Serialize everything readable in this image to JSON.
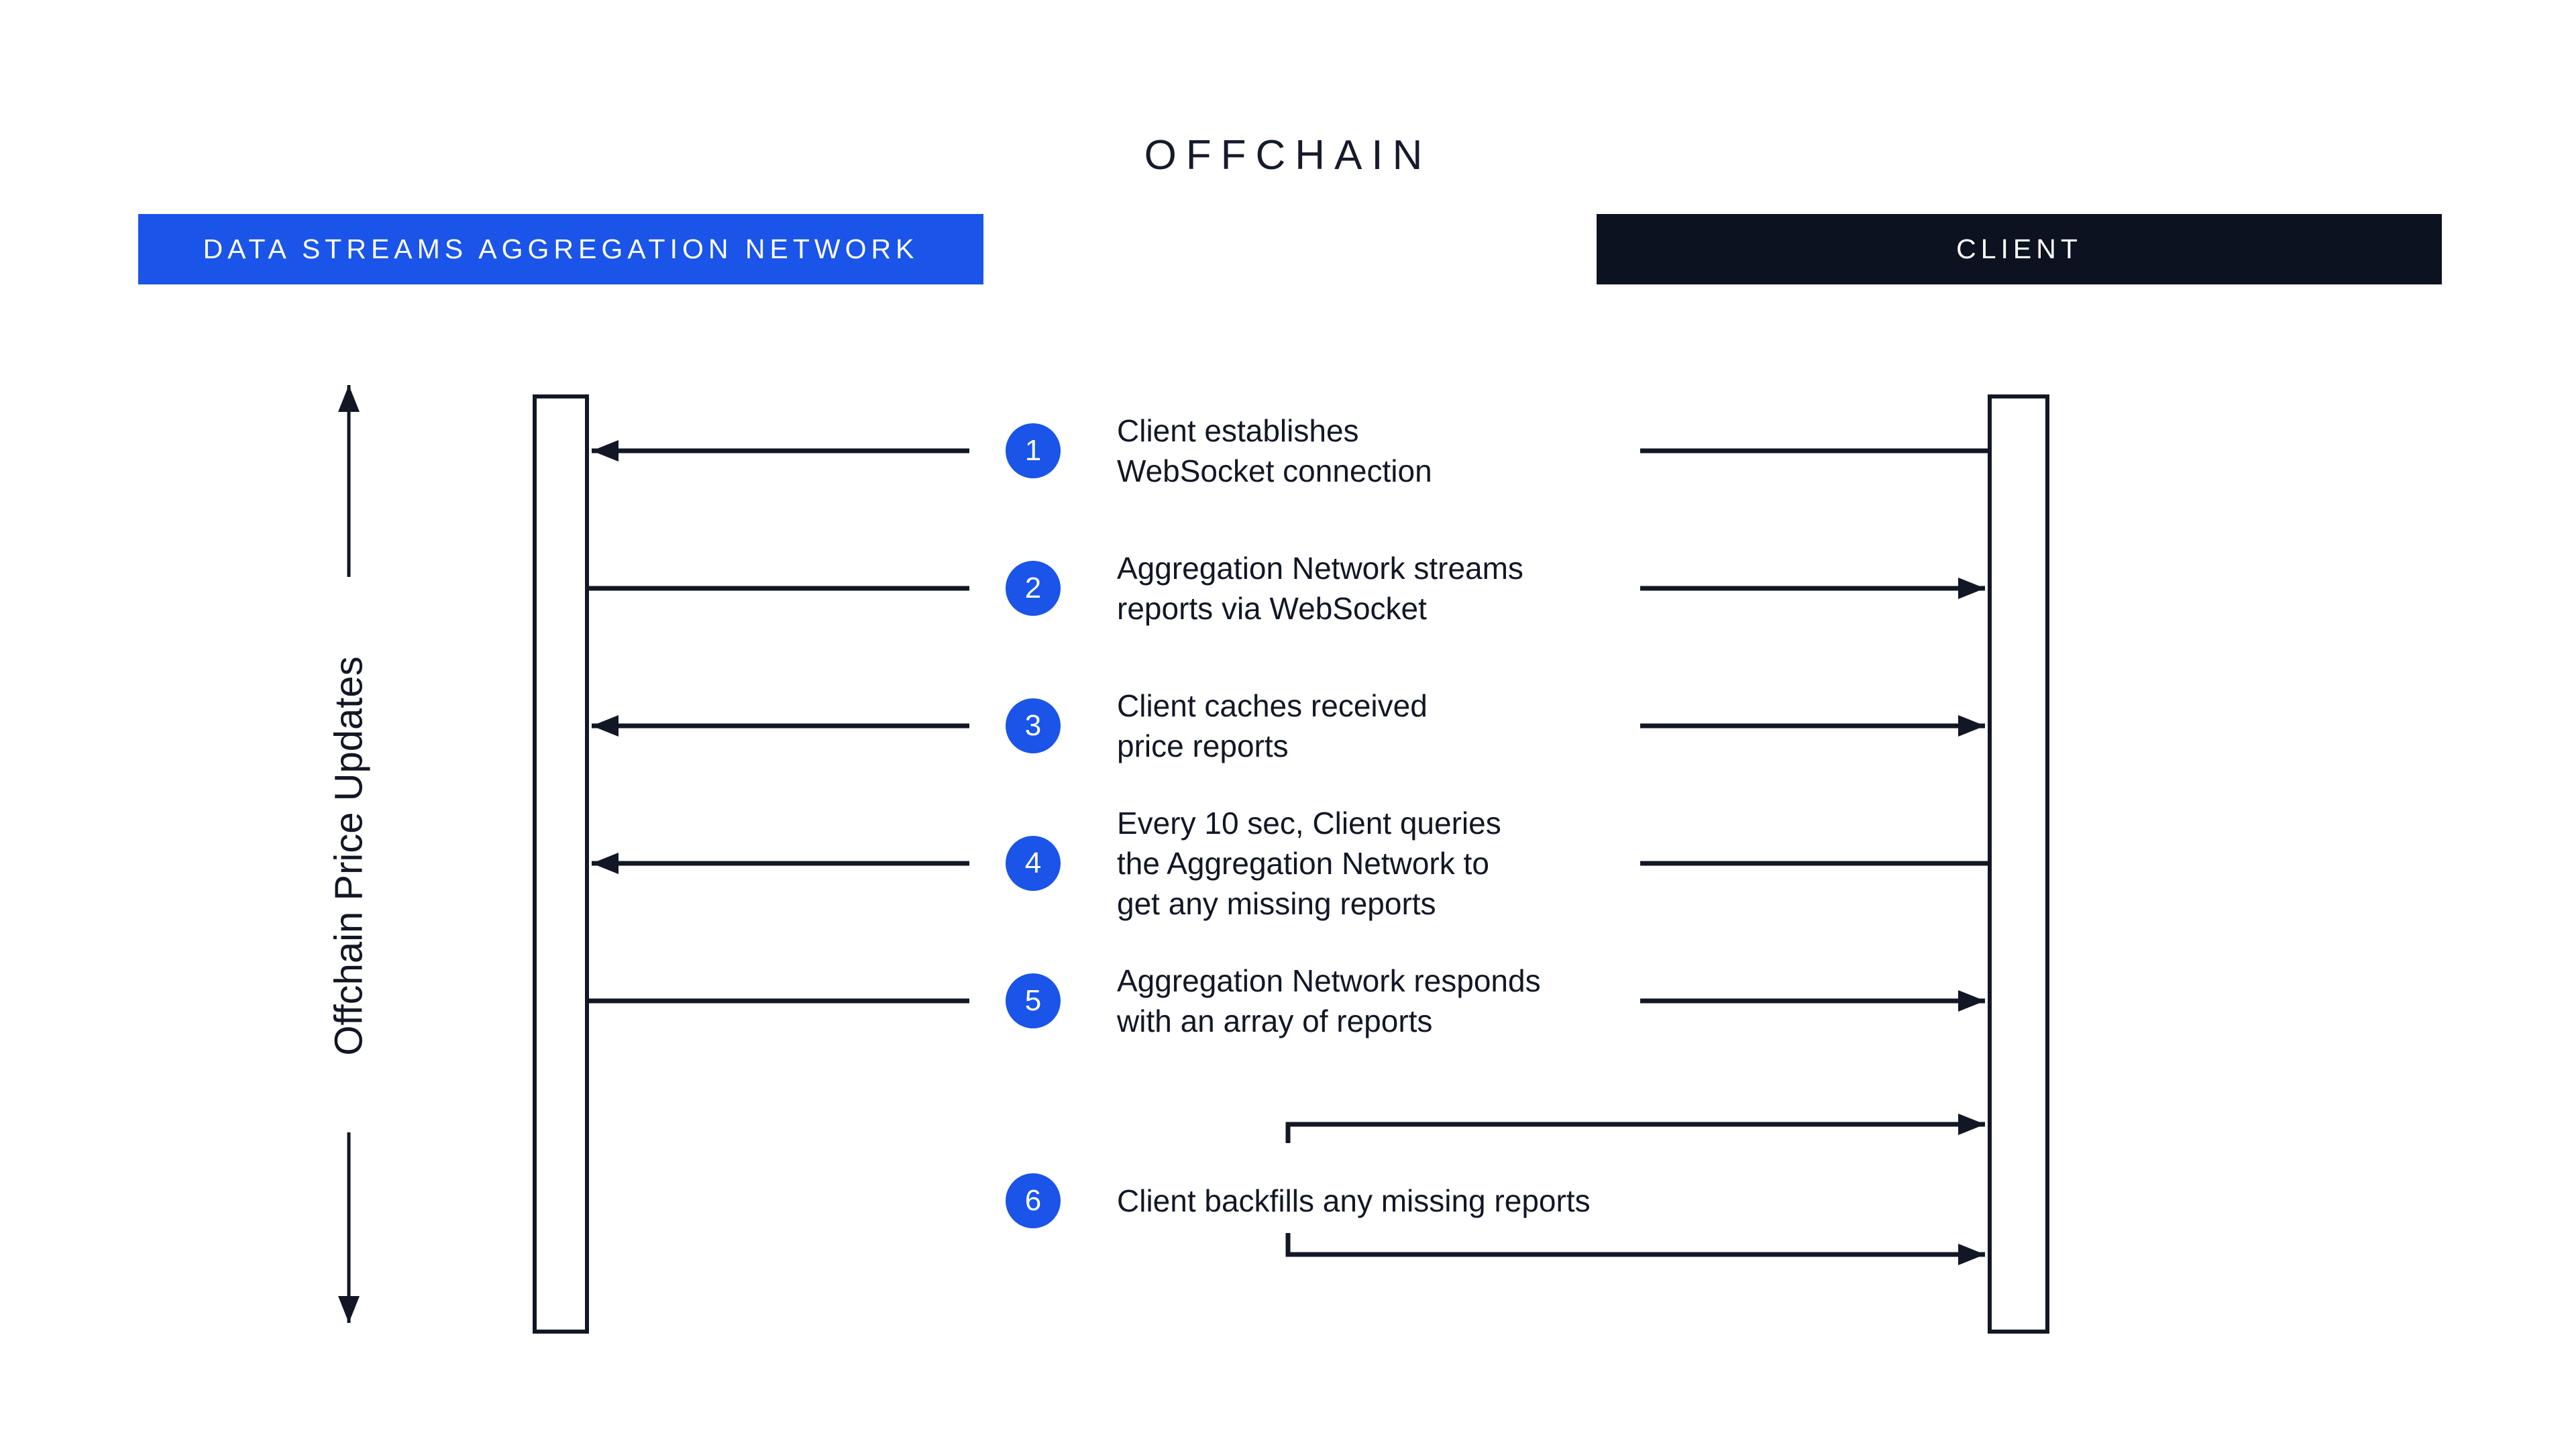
{
  "title": "OFFCHAIN",
  "lanes": {
    "left": {
      "label": "DATA STREAMS AGGREGATION NETWORK"
    },
    "right": {
      "label": "CLIENT"
    }
  },
  "axis": {
    "label": "Offchain Price Updates"
  },
  "steps": [
    {
      "num": "1",
      "text": "Client establishes\nWebSocket connection",
      "direction": "client-to-network"
    },
    {
      "num": "2",
      "text": "Aggregation Network streams\nreports via WebSocket",
      "direction": "network-to-client"
    },
    {
      "num": "3",
      "text": "Client caches received\nprice reports",
      "direction": "both"
    },
    {
      "num": "4",
      "text": "Every 10 sec, Client queries\nthe Aggregation Network to\nget any missing reports",
      "direction": "client-to-network"
    },
    {
      "num": "5",
      "text": "Aggregation Network responds\nwith an array of reports",
      "direction": "network-to-client"
    },
    {
      "num": "6",
      "text": "Client backfills any missing reports",
      "direction": "client-self"
    }
  ],
  "colors": {
    "accent_blue": "#1a54e8",
    "ink": "#121726",
    "banner_dark": "#0d1220",
    "background": "#ffffff"
  }
}
